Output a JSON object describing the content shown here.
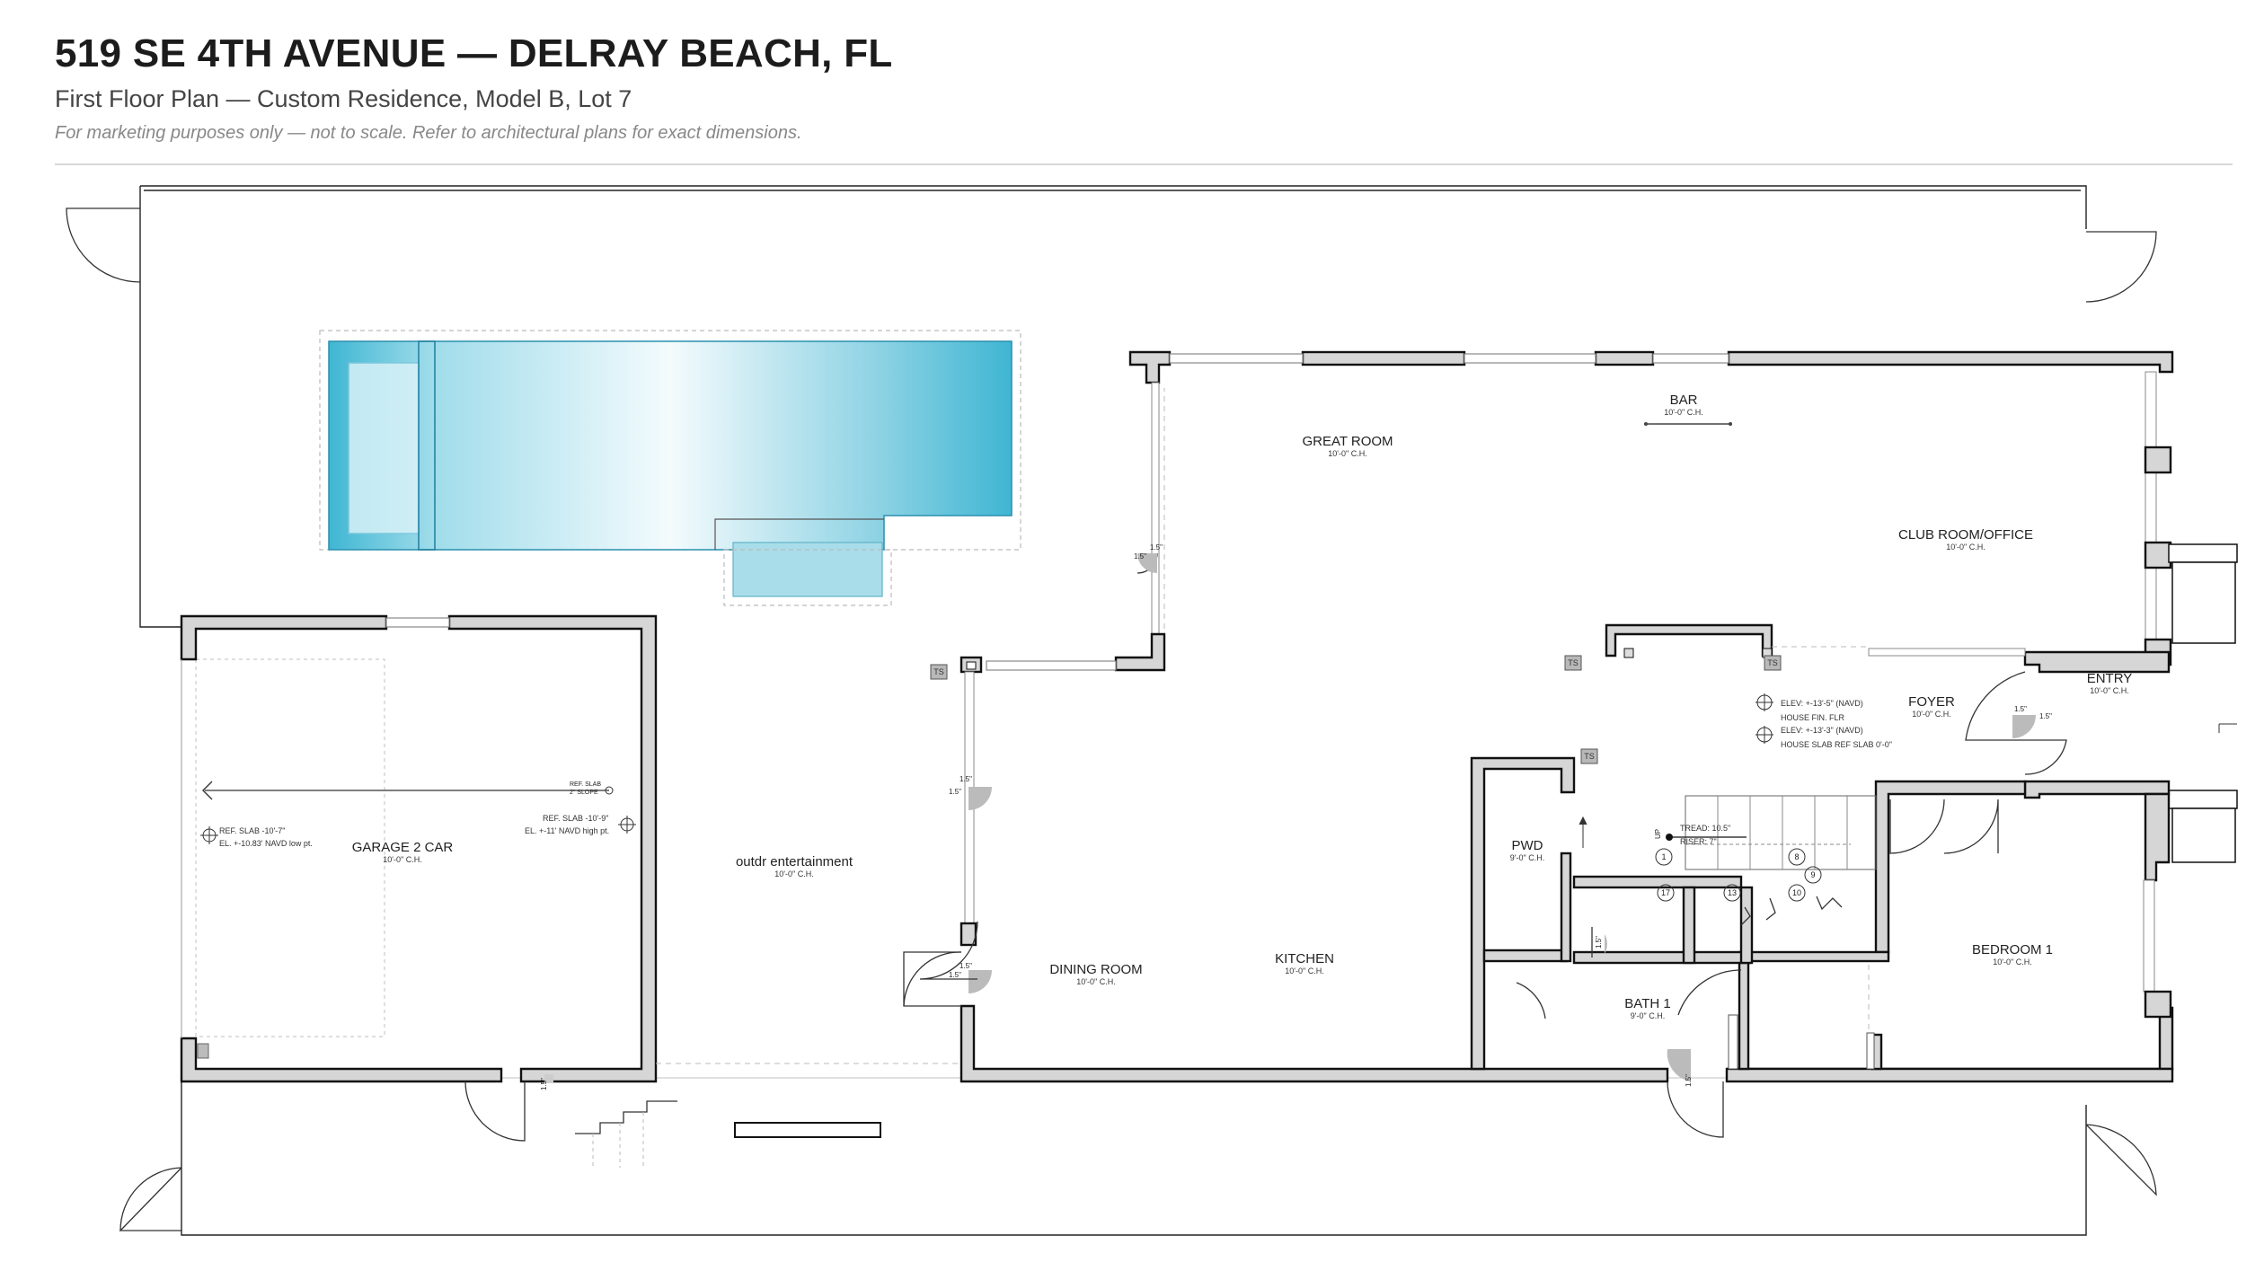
{
  "header": {
    "title": "519 SE 4TH AVENUE — DELRAY BEACH, FL",
    "subtitle": "First Floor Plan — Custom Residence, Model B, Lot 7",
    "note": "For marketing purposes only — not to scale. Refer to architectural plans for exact dimensions."
  },
  "rooms": {
    "great_room": {
      "name": "GREAT ROOM",
      "ch": "10'-0\" C.H."
    },
    "bar": {
      "name": "BAR",
      "ch": "10'-0\" C.H."
    },
    "club_room": {
      "name": "CLUB ROOM/OFFICE",
      "ch": "10'-0\" C.H."
    },
    "entry": {
      "name": "ENTRY",
      "ch": "10'-0\" C.H."
    },
    "foyer": {
      "name": "FOYER",
      "ch": "10'-0\" C.H."
    },
    "garage": {
      "name": "GARAGE 2 CAR",
      "ch": "10'-0\" C.H."
    },
    "outdoor": {
      "name": "outdr entertainment",
      "ch": "10'-0\" C.H."
    },
    "dining": {
      "name": "DINING ROOM",
      "ch": "10'-0\" C.H."
    },
    "kitchen": {
      "name": "KITCHEN",
      "ch": "10'-0\" C.H."
    },
    "pwd": {
      "name": "PWD",
      "ch": "9'-0\" C.H."
    },
    "bath1": {
      "name": "BATH 1",
      "ch": "9'-0\" C.H."
    },
    "bedroom1": {
      "name": "BEDROOM 1",
      "ch": "10'-0\" C.H."
    }
  },
  "annotations": {
    "elev1": "ELEV: +-13'-5\" (NAVD)",
    "house_fin": "HOUSE FIN. FLR",
    "elev2": "ELEV: +-13'-3\" (NAVD)",
    "house_slab": "HOUSE SLAB REF SLAB 0'-0\"",
    "ref_slab_left": "REF. SLAB -10'-7\"",
    "el_left": "EL. +-10.83' NAVD low pt.",
    "ref_slab_right": "REF. SLAB -10'-9\"",
    "el_right": "EL. +-11' NAVD high pt.",
    "slope_a": "REF. SLAB",
    "slope_b": "2\" SLOPE",
    "tread": "TREAD: 10.5\"",
    "riser": "RISER: 7\"",
    "up": "UP",
    "ts": "TS",
    "door_15": "1.5\"",
    "stairs": [
      "1",
      "8",
      "9",
      "10",
      "13",
      "17"
    ]
  }
}
